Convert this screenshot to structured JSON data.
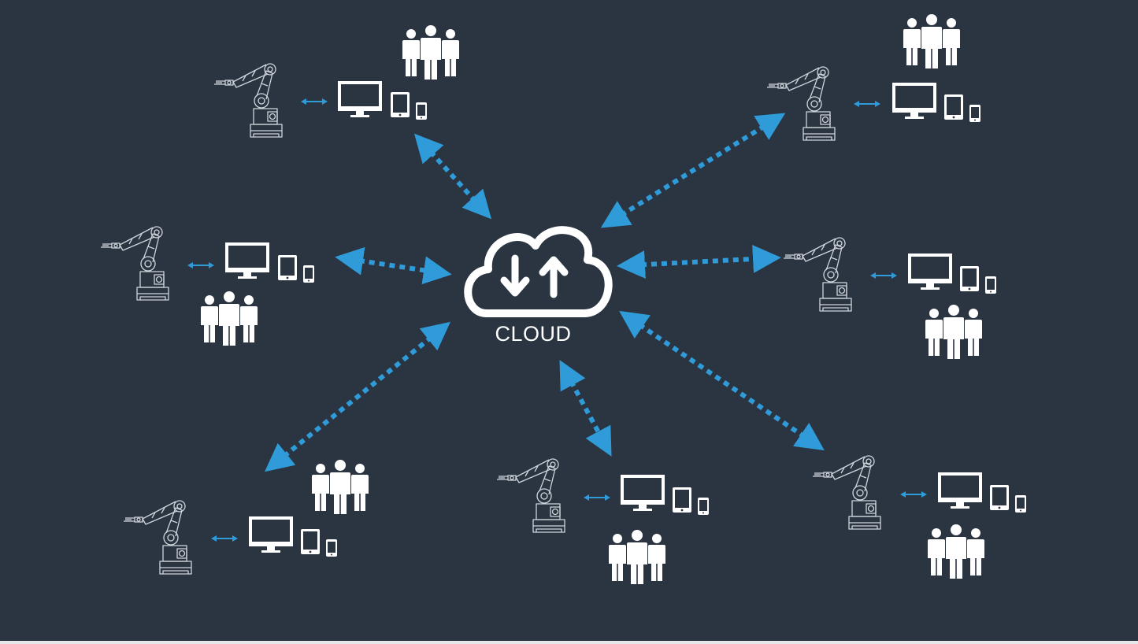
{
  "diagram": {
    "cloud": {
      "label": "CLOUD",
      "icon": "cloud-upload-download-icon"
    },
    "node_count": 7,
    "node_components": [
      "robot-arm-icon",
      "desktop-monitor-icon",
      "tablet-icon",
      "phone-icon",
      "user-group-icon"
    ],
    "link_type": "bidirectional-dotted-arrow",
    "colors": {
      "background": "#2b3441",
      "link": "#2f9bd8",
      "icon": "#ffffff",
      "robot_outline": "#cfd5dc"
    }
  }
}
